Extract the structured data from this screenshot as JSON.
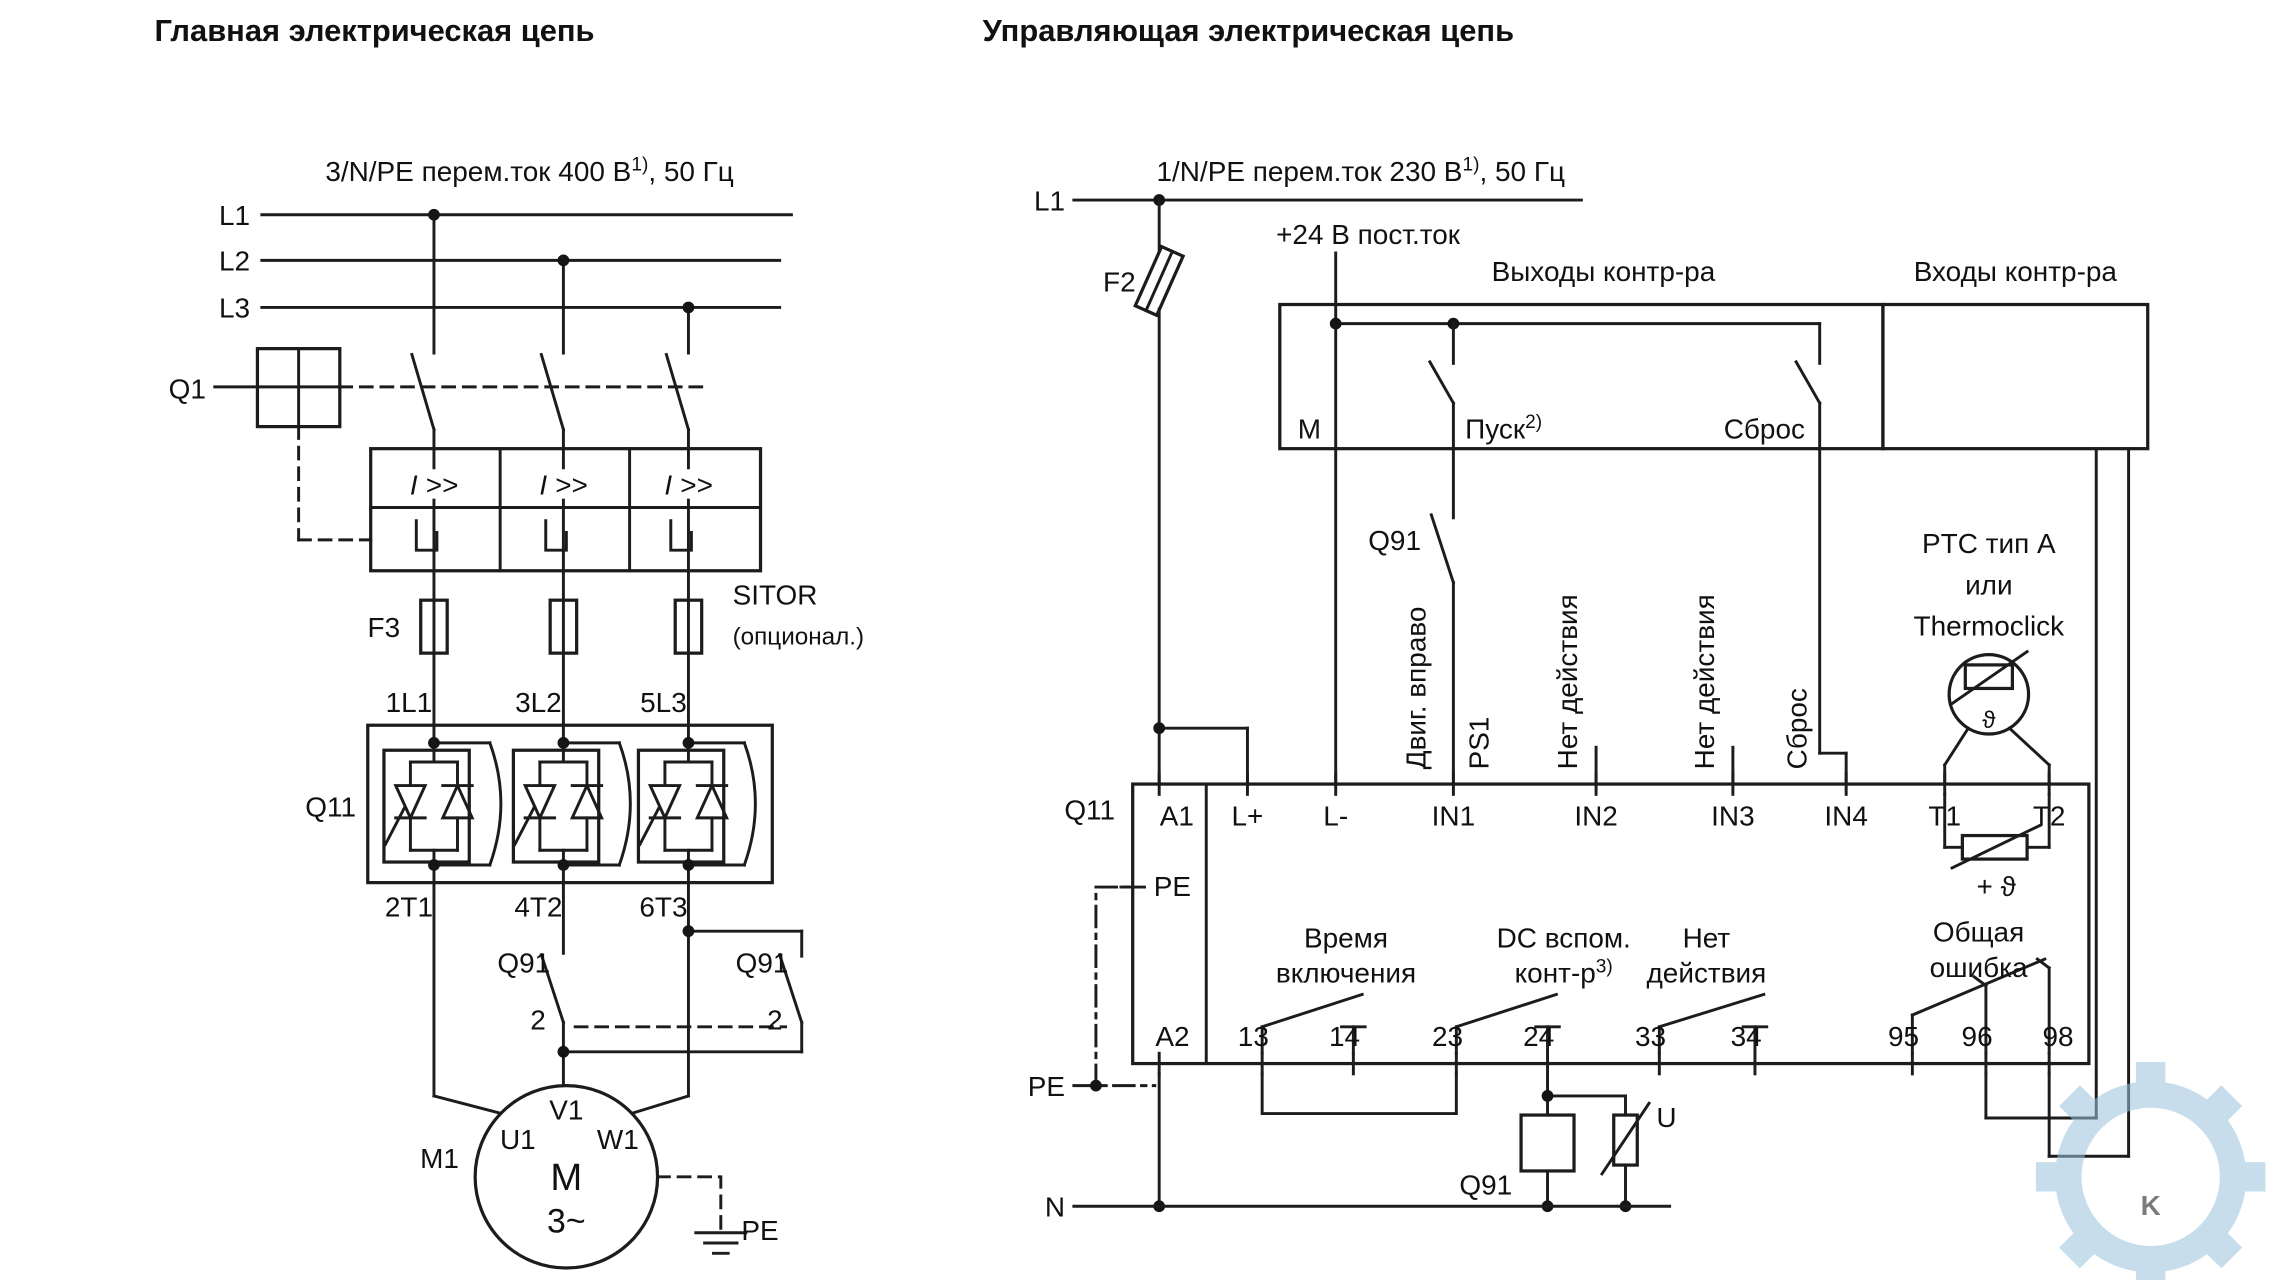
{
  "titles": {
    "main": "Главная электрическая цепь",
    "control": "Управляющая электрическая цепь"
  },
  "main_circuit": {
    "supply": "3/N/PE перем.ток 400 В",
    "supply_sup": "1)",
    "supply_tail": ", 50 Гц",
    "phases": [
      "L1",
      "L2",
      "L3"
    ],
    "q1": "Q1",
    "overcurrent": "I >>",
    "f3": "F3",
    "sitor": "SITOR",
    "sitor_note": "(опционал.)",
    "in_terminals": [
      "1L1",
      "3L2",
      "5L3"
    ],
    "q11": "Q11",
    "out_terminals": [
      "2T1",
      "4T2",
      "6T3"
    ],
    "q91": "Q91",
    "contact_no": "2",
    "motor_tag": "M1",
    "motor_m": "M",
    "motor_ph": "3~",
    "u1": "U1",
    "v1": "V1",
    "w1": "W1",
    "pe": "PE"
  },
  "control_circuit": {
    "supply": "1/N/PE перем.ток 230 В",
    "supply_sup": "1)",
    "supply_tail": ", 50 Гц",
    "l1": "L1",
    "n": "N",
    "pe": "PE",
    "f2": "F2",
    "dc24": "+24 В пост.ток",
    "outputs_title": "Выходы контр-ра",
    "inputs_title": "Входы контр-ра",
    "m": "M",
    "start": "Пуск",
    "start_sup": "2)",
    "reset": "Сброс",
    "q91": "Q91",
    "motor_right": "Двиг. вправо",
    "ps1": "PS1",
    "no_action": "Нет действия",
    "reset_v": "Сброс",
    "ptc1": "PTC тип A",
    "ptc2": "или",
    "ptc3": "Thermoclick",
    "theta": "ϑ",
    "plus_theta": "+ ϑ",
    "q11": "Q11",
    "pe_terminal": "PE",
    "top_terminals": [
      "A1",
      "L+",
      "L-",
      "IN1",
      "IN2",
      "IN3",
      "IN4",
      "T1",
      "T2"
    ],
    "bottom_terminals": [
      "A2",
      "13",
      "14",
      "23",
      "24",
      "33",
      "34",
      "95",
      "96",
      "98"
    ],
    "on_time1": "Время",
    "on_time2": "включения",
    "dc_aux1": "DC вспом.",
    "dc_aux2": "конт-р",
    "dc_aux_sup": "3)",
    "no_action1": "Нет",
    "no_action2": "действия",
    "fault1": "Общая",
    "fault2": "ошибка",
    "coil": "Q91",
    "u": "U"
  },
  "watermark": {
    "letter": "K"
  }
}
